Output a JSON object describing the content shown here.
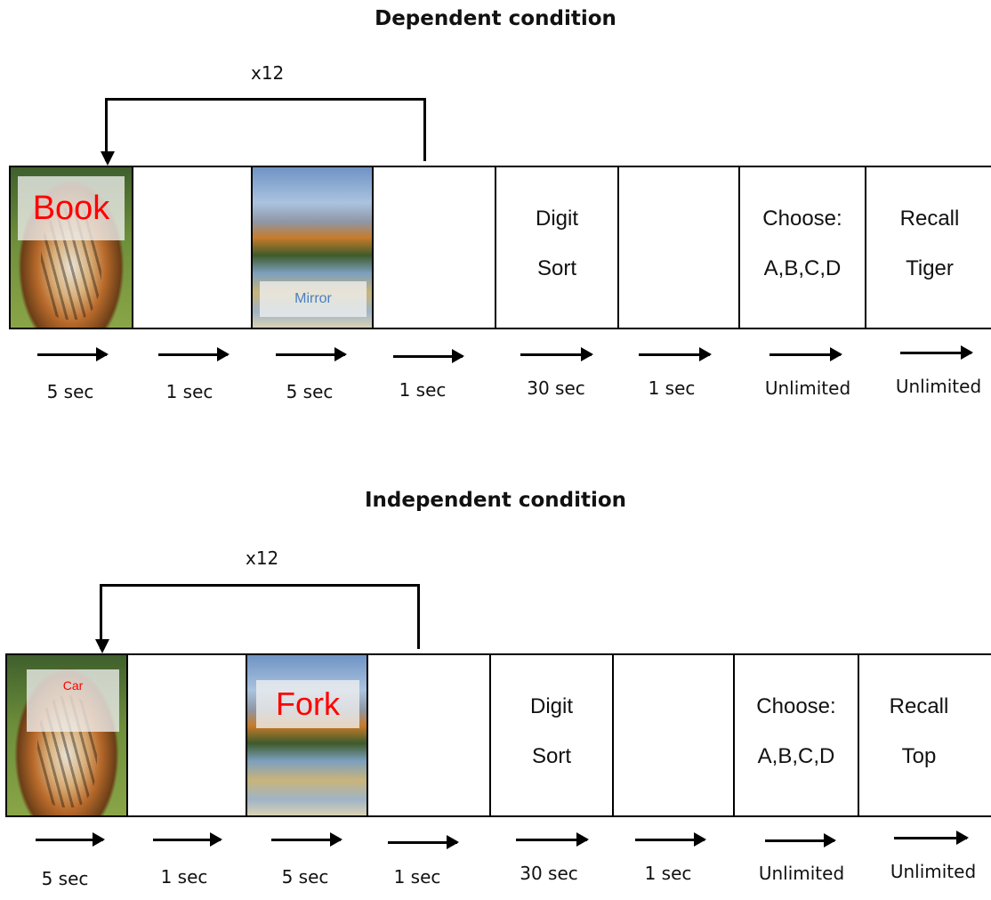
{
  "dependent": {
    "title": "Dependent condition",
    "repeat": "x12",
    "frames": [
      {
        "kind": "image",
        "image": "tiger",
        "word": "Book",
        "word_color": "#ff0000"
      },
      {
        "kind": "blank"
      },
      {
        "kind": "image",
        "image": "lake",
        "word": "Mirror",
        "word_color": "#4a7fc1"
      },
      {
        "kind": "blank"
      },
      {
        "kind": "text",
        "line1": "Digit",
        "line2": "Sort"
      },
      {
        "kind": "blank"
      },
      {
        "kind": "text",
        "line1": "Choose:",
        "line2": "A,B,C,D"
      },
      {
        "kind": "text",
        "line1": "Recall",
        "line2": "Tiger"
      }
    ],
    "durations": [
      "5 sec",
      "1 sec",
      "5 sec",
      "1 sec",
      "30 sec",
      "1 sec",
      "Unlimited",
      "Unlimited"
    ]
  },
  "independent": {
    "title": "Independent condition",
    "repeat": "x12",
    "frames": [
      {
        "kind": "image",
        "image": "tiger",
        "word": "Car",
        "word_color": "#ff0000"
      },
      {
        "kind": "blank"
      },
      {
        "kind": "image",
        "image": "lake",
        "word": "Fork",
        "word_color": "#ff0000"
      },
      {
        "kind": "blank"
      },
      {
        "kind": "text",
        "line1": "Digit",
        "line2": "Sort"
      },
      {
        "kind": "blank"
      },
      {
        "kind": "text",
        "line1": "Choose:",
        "line2": "A,B,C,D"
      },
      {
        "kind": "text",
        "line1": "Recall",
        "line2": "Top"
      }
    ],
    "durations": [
      "5 sec",
      "1 sec",
      "5 sec",
      "1 sec",
      "30 sec",
      "1 sec",
      "Unlimited",
      "Unlimited"
    ]
  },
  "colors": {
    "line": "#000000",
    "word_red": "#ff0000",
    "word_blue": "#4a7fc1"
  },
  "icons": [
    "right-arrow-icon",
    "loop-arrow-icon"
  ]
}
